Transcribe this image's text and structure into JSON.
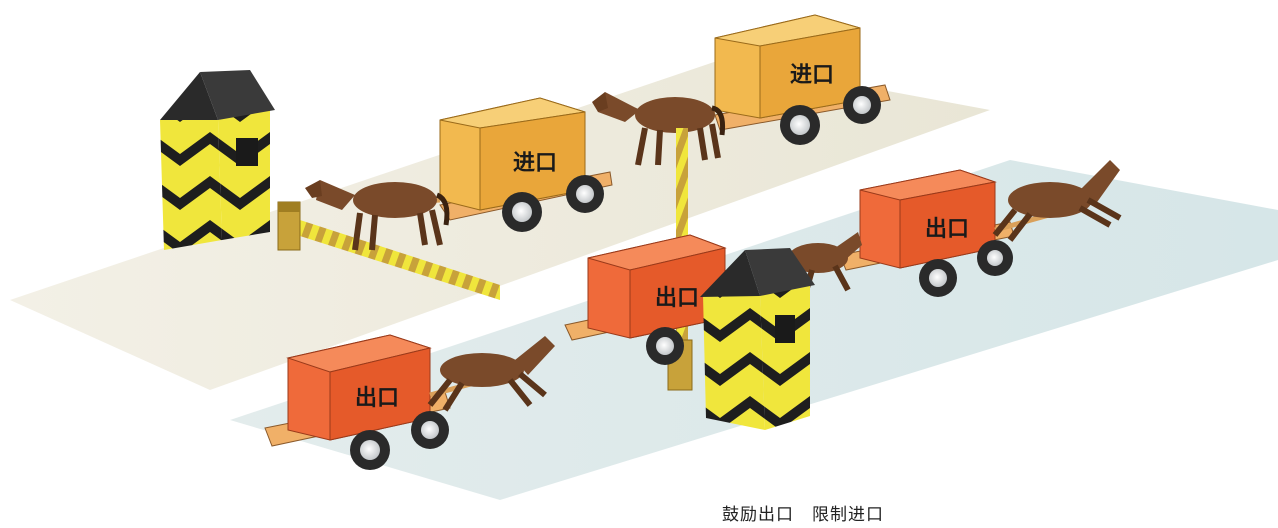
{
  "crates": {
    "import_label": "进口",
    "export_label": "出口"
  },
  "caption": "鼓励出口　限制进口",
  "colors": {
    "import_crate": "#f2b94f",
    "export_crate": "#ef6a3a",
    "cart_base": "#f0b068",
    "horse": "#7a4a2a",
    "booth_stripe_yellow": "#f0e63c",
    "booth_stripe_black": "#1e1e1e",
    "road_upper": "#efece0",
    "road_lower": "#dde9ea"
  }
}
